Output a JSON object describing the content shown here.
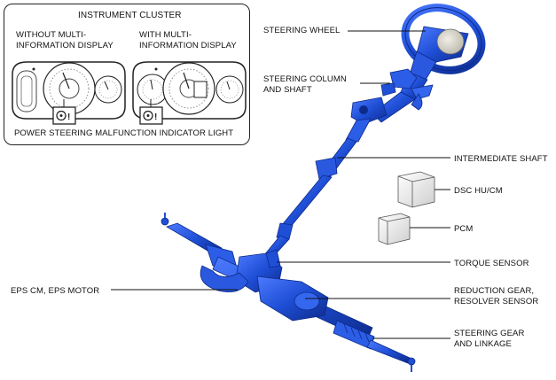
{
  "inset": {
    "title": "INSTRUMENT CLUSTER",
    "without_label": "WITHOUT MULTI-\nINFORMATION DISPLAY",
    "with_label": "WITH MULTI-\nINFORMATION DISPLAY",
    "indicator_label": "POWER STEERING MALFUNCTION INDICATOR LIGHT"
  },
  "callouts": {
    "steering_wheel": "STEERING WHEEL",
    "steering_column": "STEERING COLUMN\nAND SHAFT",
    "intermediate_shaft": "INTERMEDIATE SHAFT",
    "dsc": "DSC HU/CM",
    "pcm": "PCM",
    "torque_sensor": "TORQUE SENSOR",
    "eps_cm": "EPS CM, EPS MOTOR",
    "reduction_gear": "REDUCTION GEAR,\nRESOLVER SENSOR",
    "steering_gear": "STEERING GEAR\nAND LINKAGE"
  },
  "colors": {
    "part_blue": "#1f4fd6",
    "part_dark": "#0d2a8a",
    "line": "#111111"
  },
  "icons": {
    "warning_indicator": "steering-warning-icon"
  }
}
